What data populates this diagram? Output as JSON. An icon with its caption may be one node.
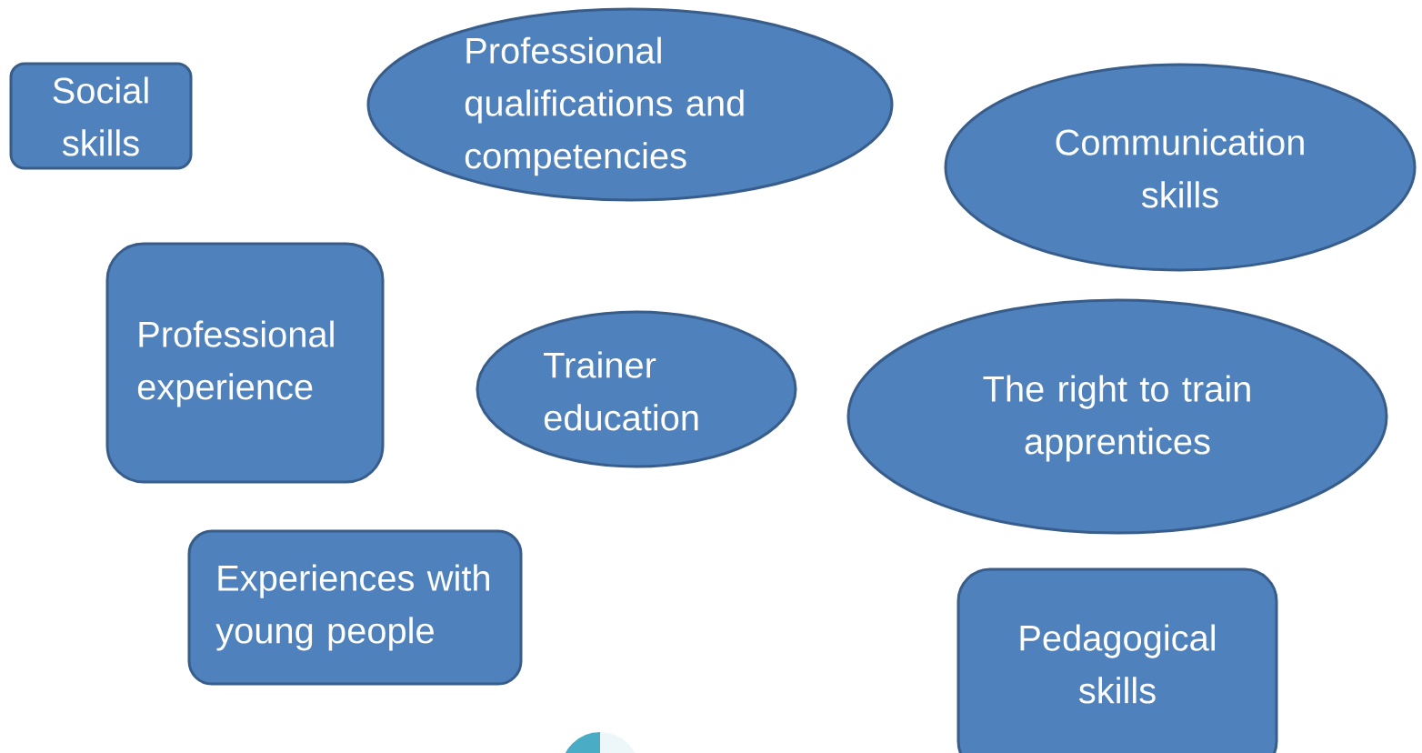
{
  "diagram": {
    "nodes": [
      {
        "text": [
          "Social skills"
        ]
      },
      {
        "text": [
          "Professional qualifications and competencies"
        ]
      },
      {
        "text": [
          "Communication skills"
        ]
      },
      {
        "text": [
          "Professional experience"
        ]
      },
      {
        "text": [
          "Trainer education"
        ]
      },
      {
        "text": [
          "The right to train apprentices"
        ]
      },
      {
        "text": [
          "Experiences with young people"
        ]
      },
      {
        "text": [
          "Pedagogical skills"
        ]
      }
    ]
  }
}
